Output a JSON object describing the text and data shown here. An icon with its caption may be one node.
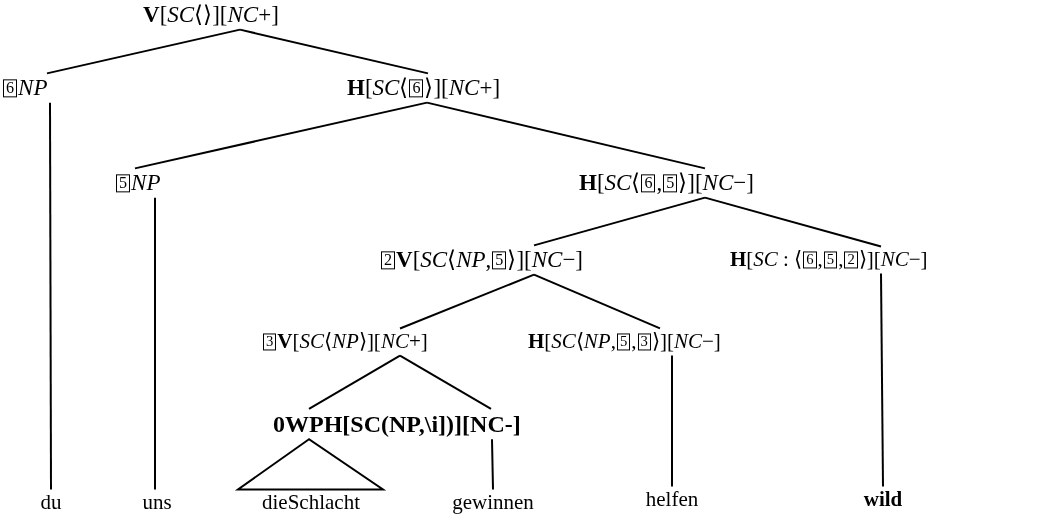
{
  "diagram": {
    "nodes": [
      {
        "text": [
          "**V**[*SC*⟨⟩][*NC*+]"
        ]
      },
      {
        "text": [
          "6NP"
        ]
      },
      {
        "text": [
          "**H**[*SC*⟨6⟩][*NC*+]"
        ]
      },
      {
        "text": [
          "5NP"
        ]
      },
      {
        "text": [
          "**H**[*SC*⟨6,5⟩][*NC*−]"
        ]
      },
      {
        "text": [
          "2**V**[*SC*⟨*NP*,5⟩][*NC*−]"
        ]
      },
      {
        "text": [
          "**H**[*SC* : ⟨6,5,2⟩][*NC*−]"
        ]
      },
      {
        "text": [
          "3**V**[*SC*⟨*NP*⟩][*NC*+]"
        ]
      },
      {
        "text": [
          "**H**[*SC*⟨*NP*,5,3⟩][*NC*−]"
        ]
      },
      {
        "text": [
          "0WPH[SC(NP,\\i])][NC-]"
        ]
      },
      {
        "text": [
          "du"
        ]
      },
      {
        "text": [
          "uns"
        ]
      },
      {
        "text": [
          "dieSchlacht"
        ]
      },
      {
        "text": [
          "gewinnen"
        ]
      },
      {
        "text": [
          "helfen"
        ]
      },
      {
        "text": [
          "wild"
        ]
      }
    ],
    "edges": [
      {
        "from": 0,
        "to": 1,
        "arrow": "none"
      },
      {
        "from": 0,
        "to": 2,
        "arrow": "none"
      },
      {
        "from": 1,
        "to": 10,
        "arrow": "none"
      },
      {
        "from": 2,
        "to": 3,
        "arrow": "none"
      },
      {
        "from": 2,
        "to": 4,
        "arrow": "none"
      },
      {
        "from": 3,
        "to": 11,
        "arrow": "none"
      },
      {
        "from": 4,
        "to": 5,
        "arrow": "none"
      },
      {
        "from": 4,
        "to": 6,
        "arrow": "none"
      },
      {
        "from": 6,
        "to": 15,
        "arrow": "none"
      },
      {
        "from": 5,
        "to": 7,
        "arrow": "none"
      },
      {
        "from": 5,
        "to": 8,
        "arrow": "none"
      },
      {
        "from": 8,
        "to": 14,
        "arrow": "none"
      },
      {
        "from": 7,
        "to": 9,
        "arrow": "none"
      },
      {
        "from": 7,
        "to": 9,
        "arrow": "none"
      },
      {
        "from": 9,
        "to": 12,
        "arrow": "none"
      },
      {
        "from": 9,
        "to": 13,
        "arrow": "none"
      }
    ]
  }
}
